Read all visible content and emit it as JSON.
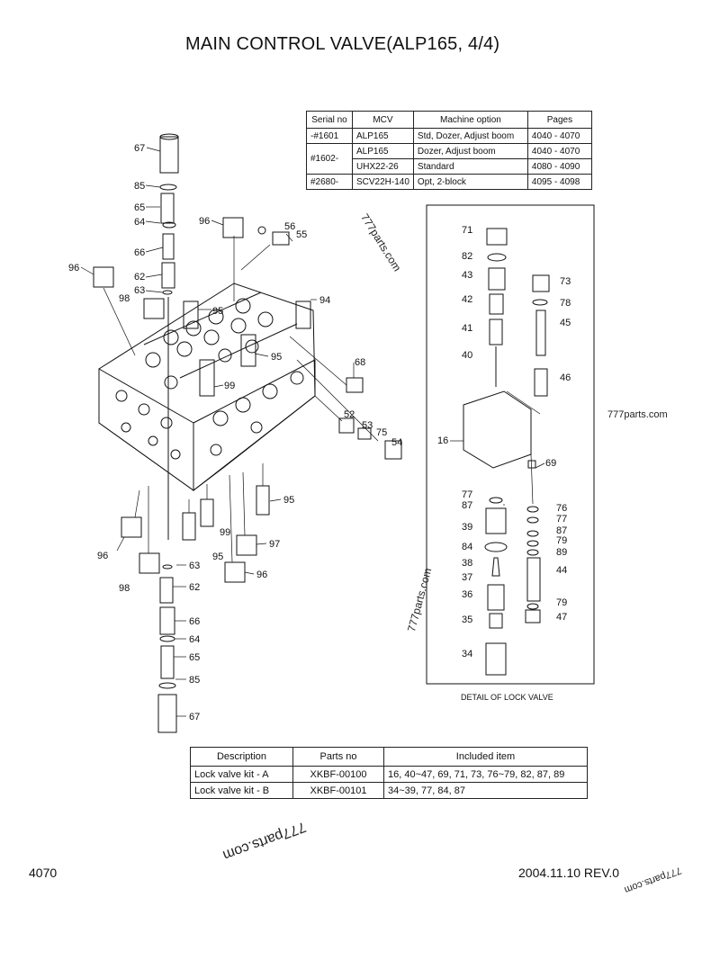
{
  "title": "MAIN CONTROL VALVE(ALP165, 4/4)",
  "serial_table": {
    "headers": [
      "Serial no",
      "MCV",
      "Machine option",
      "Pages"
    ],
    "rows": [
      {
        "serial": "-#1601",
        "mcv": "ALP165",
        "option": "Std, Dozer, Adjust boom",
        "pages": "4040 - 4070"
      },
      {
        "serial": "#1602-",
        "mcv": "ALP165",
        "option": "Dozer, Adjust boom",
        "pages": "4040 - 4070"
      },
      {
        "serial": "",
        "mcv": "UHX22-26",
        "option": "Standard",
        "pages": "4080 - 4090"
      },
      {
        "serial": "#2680-",
        "mcv": "SCV22H-140",
        "option": "Opt, 2-block",
        "pages": "4095 - 4098"
      }
    ]
  },
  "detail_caption": "DETAIL OF LOCK VALVE",
  "parts_table": {
    "headers": [
      "Description",
      "Parts no",
      "Included item"
    ],
    "rows": [
      {
        "description": "Lock valve kit - A",
        "parts_no": "XKBF-00100",
        "included": "16, 40~47, 69, 71, 73, 76~79, 82, 87, 89"
      },
      {
        "description": "Lock valve kit - B",
        "parts_no": "XKBF-00101",
        "included": "34~39, 77, 84, 87"
      }
    ]
  },
  "watermarks": [
    "777parts.com",
    "777parts.com",
    "777parts.com",
    "777parts.com",
    "777parts.com"
  ],
  "footer": {
    "page_number": "4070",
    "date_rev": "2004.11.10  REV.0"
  },
  "callouts": {
    "left": [
      "67",
      "85",
      "65",
      "64",
      "66",
      "62",
      "63",
      "96",
      "98",
      "96",
      "56",
      "55",
      "94",
      "95",
      "95",
      "68",
      "99",
      "52",
      "53",
      "75",
      "54",
      "96",
      "98",
      "63",
      "62",
      "99",
      "95",
      "97",
      "95",
      "96",
      "66",
      "64",
      "65",
      "85",
      "67"
    ],
    "detail": [
      "71",
      "82",
      "43",
      "42",
      "41",
      "40",
      "16",
      "73",
      "78",
      "45",
      "46",
      "69",
      "77",
      "87",
      "39",
      "84",
      "38",
      "37",
      "36",
      "35",
      "34",
      "76",
      "77",
      "87",
      "79",
      "89",
      "44",
      "79",
      "47"
    ]
  }
}
